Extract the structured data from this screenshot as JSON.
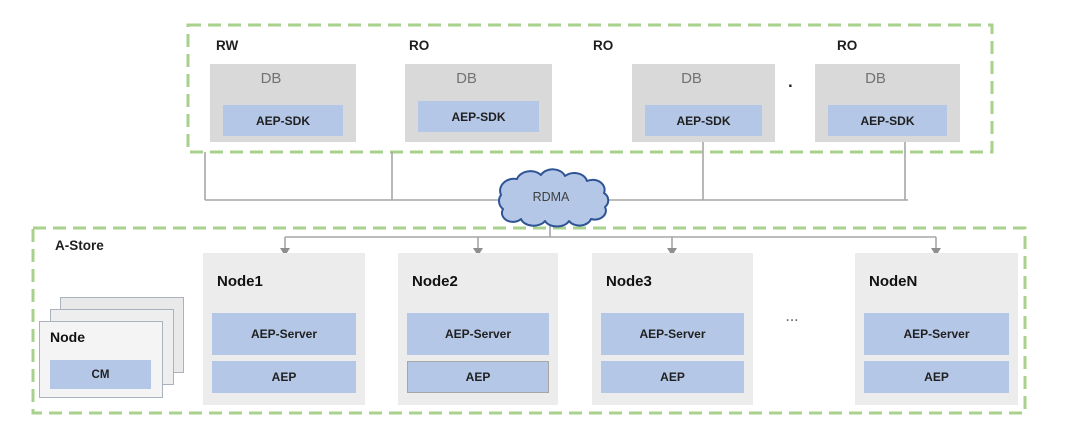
{
  "diagram": {
    "clients": [
      {
        "access": "RW",
        "db": "DB",
        "sdk": "AEP-SDK"
      },
      {
        "access": "RO",
        "db": "DB",
        "sdk": "AEP-SDK"
      },
      {
        "access": "RO",
        "db": "DB",
        "sdk": "AEP-SDK"
      },
      {
        "access": "RO",
        "db": "DB",
        "sdk": "AEP-SDK"
      }
    ],
    "client_separator": ".",
    "network": {
      "label": "RDMA"
    },
    "astore": {
      "label": "A-Store",
      "manager_card": {
        "title": "Node",
        "chip": "CM"
      },
      "nodes": [
        {
          "name": "Node1",
          "server": "AEP-Server",
          "storage": "AEP"
        },
        {
          "name": "Node2",
          "server": "AEP-Server",
          "storage": "AEP"
        },
        {
          "name": "Node3",
          "server": "AEP-Server",
          "storage": "AEP"
        },
        {
          "name": "NodeN",
          "server": "AEP-Server",
          "storage": "AEP"
        }
      ],
      "nodes_ellipsis": "..."
    },
    "colors": {
      "dashed_border": "#a9d18e",
      "connector": "#a6a6a6",
      "arrowhead": "#8f8f8f",
      "chip_blue": "#b4c7e7",
      "db_box_gray": "#d9d9d9",
      "node_box_gray": "#ececec",
      "cloud_fill": "#b4c7e7",
      "cloud_stroke": "#2f5496"
    }
  }
}
